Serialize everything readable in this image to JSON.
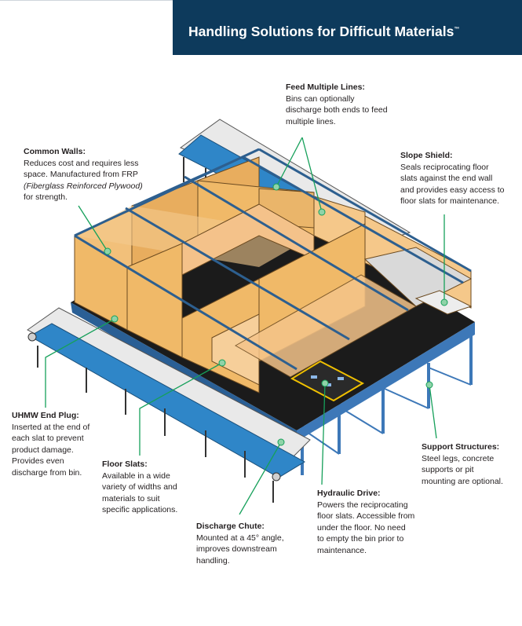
{
  "header": {
    "title": "Handling Solutions for Difficult Materials",
    "trademark": "™"
  },
  "callouts": {
    "feed": {
      "title": "Feed Multiple Lines:",
      "lines": [
        "Bins can optionally",
        "discharge both ends to feed",
        "multiple lines."
      ]
    },
    "walls": {
      "title": "Common Walls:",
      "lines": [
        "Reduces cost and requires less",
        "space. Manufactured from FRP"
      ],
      "italic": "(Fiberglass Reinforced Plywood)",
      "tail": "for strength."
    },
    "slope": {
      "title": "Slope Shield:",
      "lines": [
        "Seals reciprocating floor",
        "slats against the end wall",
        "and provides easy access to",
        "floor slats for maintenance."
      ]
    },
    "uhmw": {
      "title": "UHMW End Plug:",
      "lines": [
        "Inserted at the end of",
        "each slat to prevent",
        "product damage.",
        "Provides even",
        "discharge from bin."
      ]
    },
    "floor": {
      "title": "Floor Slats:",
      "lines": [
        "Available in a wide",
        "variety of widths and",
        "materials to suit",
        "specific applications."
      ]
    },
    "support": {
      "title": "Support Structures:",
      "lines": [
        "Steel legs, concrete",
        "supports or pit",
        "mounting are optional."
      ]
    },
    "hydraulic": {
      "title": "Hydraulic Drive:",
      "lines": [
        "Powers the reciprocating",
        "floor slats. Accessible from",
        "under the floor. No need",
        "to empty the bin prior to",
        "maintenance."
      ]
    },
    "chute": {
      "title": "Discharge Chute:",
      "lines": [
        "Mounted at a 45° angle,",
        "improves downstream",
        "handling."
      ]
    }
  },
  "colors": {
    "header": "#0d3a5c",
    "leader": "#16a05a",
    "bin": "#f0b968",
    "conveyor": "#2f86c8",
    "steel": "#3d78b8",
    "floor": "#1b1b1b"
  }
}
